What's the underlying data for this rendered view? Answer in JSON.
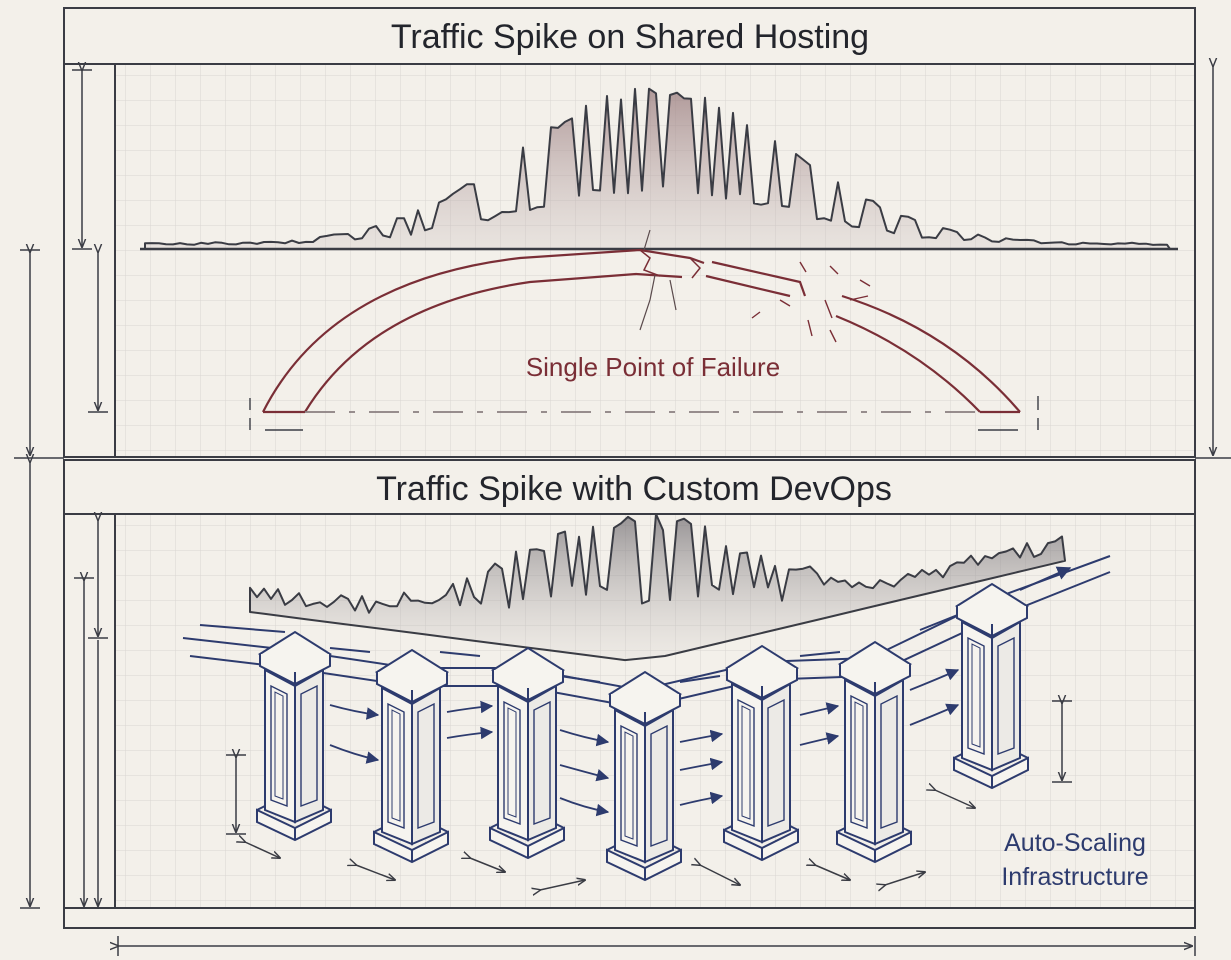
{
  "panels": {
    "shared_hosting": {
      "title": "Traffic Spike on Shared Hosting",
      "annotation": "Single Point of Failure"
    },
    "custom_devops": {
      "title": "Traffic Spike with Custom DevOps",
      "annotation_line1": "Auto-Scaling",
      "annotation_line2": "Infrastructure"
    }
  },
  "colors": {
    "background": "#f3f0ea",
    "grid": "#d9d6d2",
    "ink": "#3a3c44",
    "failure_red": "#7a2e36",
    "devops_blue": "#2d3b6e",
    "spike_fill": "#b8a3a3"
  },
  "icons": {
    "bridge": "cracked-arch-icon",
    "pillars": "pillar-column-icon"
  }
}
